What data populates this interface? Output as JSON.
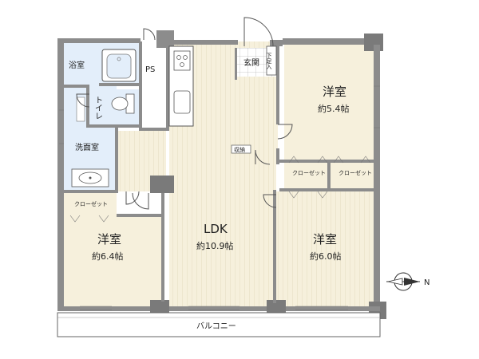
{
  "rooms": {
    "bath": {
      "name": "浴室"
    },
    "ps": {
      "name": "PS"
    },
    "toilet": {
      "name": "トイレ"
    },
    "washroom": {
      "name": "洗面室"
    },
    "entrance": {
      "name": "玄関"
    },
    "shoe_box": {
      "name": "下足入"
    },
    "storage_small": {
      "name": "収納"
    },
    "bedroom_ne": {
      "name": "洋室",
      "size": "約5.4帖"
    },
    "closet_ne_left": {
      "name": "クローゼット"
    },
    "closet_ne_right": {
      "name": "クローゼット"
    },
    "closet_w": {
      "name": "クローゼット"
    },
    "bedroom_sw": {
      "name": "洋室",
      "size": "約6.4帖"
    },
    "ldk": {
      "name": "LDK",
      "size": "約10.9帖"
    },
    "bedroom_se": {
      "name": "洋室",
      "size": "約6.0帖"
    },
    "balcony": {
      "name": "バルコニー"
    }
  },
  "compass": {
    "label": "N"
  },
  "colors": {
    "wall": "#8c8c8c",
    "wood_floor": "#f6f0dc",
    "wet_area": "#e3eefa",
    "tile": "#ffffff"
  }
}
